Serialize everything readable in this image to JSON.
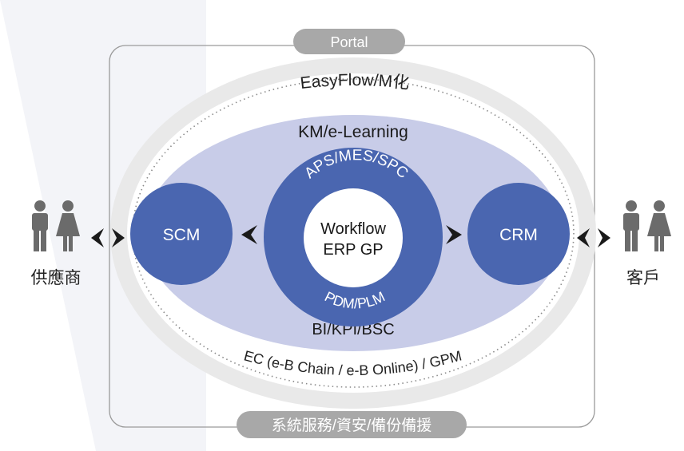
{
  "portal": {
    "label": "Portal"
  },
  "footer": {
    "label": "系統服務/資安/備份備援"
  },
  "rings": {
    "outer_top": "EasyFlow/M化",
    "outer_bottom": "EC (e-B Chain / e-B Online) / GPM",
    "middle_top": "KM/e-Learning",
    "middle_bottom": "BI/KPI/BSC"
  },
  "core": {
    "arc_top": "APS/MES/SPC",
    "arc_bottom": "PDM/PLM",
    "line1": "Workflow",
    "line2": "ERP GP"
  },
  "scm": {
    "label": "SCM"
  },
  "crm": {
    "label": "CRM"
  },
  "supplier": {
    "label": "供應商"
  },
  "customer": {
    "label": "客戶"
  },
  "colors": {
    "blue": "#4a66b0",
    "light_blue": "#c8cce8",
    "gray_ring": "#e9e9e9",
    "pill": "#a8a8a8",
    "person": "#6b6b6b"
  }
}
